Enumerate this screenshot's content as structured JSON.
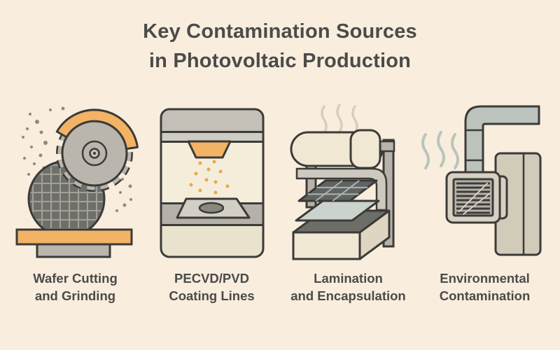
{
  "title": {
    "line1": "Key Contamination Sources",
    "line2": "in Photovoltaic Production"
  },
  "items": [
    {
      "id": "wafer-cutting",
      "icon": "saw-blade-wafer-icon",
      "label_line1": "Wafer Cutting",
      "label_line2": "and Grinding"
    },
    {
      "id": "coating-lines",
      "icon": "coating-chamber-icon",
      "label_line1": "PECVD/PVD",
      "label_line2": "Coating Lines"
    },
    {
      "id": "lamination",
      "icon": "laminator-icon",
      "label_line1": "Lamination",
      "label_line2": "and Encapsulation"
    },
    {
      "id": "environmental",
      "icon": "exhaust-vent-icon",
      "label_line1": "Environmental",
      "label_line2": "Contamination"
    }
  ],
  "palette": {
    "background": "#f9edde",
    "outline": "#3b3b39",
    "text": "#4b4b49",
    "accent_orange": "#f2b365",
    "particle_orange": "#eaa84c",
    "machine_tan": "#f0e8d3",
    "metal_gray": "#b7b3aa",
    "wafer_dark_gray": "#6f6f6a",
    "duct_gray_green": "#bcc3bd",
    "glass_green": "#ccd3cc"
  }
}
